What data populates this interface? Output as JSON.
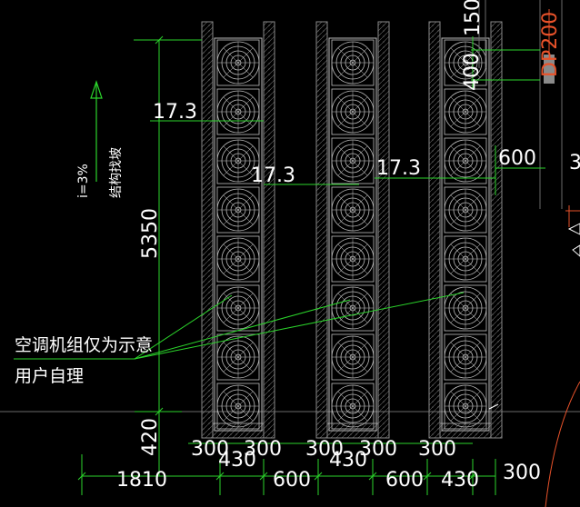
{
  "drawing": {
    "colors": {
      "background": "#000000",
      "wall": "#8a8a8a",
      "unit": "#bdbdbd",
      "dimension": "#2bd42b",
      "leader": "#2bd42b",
      "text": "#ffffff",
      "accent": "#e8522a",
      "pipe": "#9a9a9a"
    },
    "slope_label": "i=3%",
    "slope_note": "结构找坡",
    "note_line1": "空调机组仅为示意",
    "note_line2": "用户自理",
    "slope_values": [
      "17.3",
      "17.3",
      "17.3"
    ],
    "vertical_dims": [
      "5350",
      "420",
      "400",
      "150"
    ],
    "side_dim": "600",
    "top_right_label": "DP200",
    "partial_label": "3",
    "bottom_dims_row1": [
      "300",
      "300",
      "300",
      "300",
      "300"
    ],
    "bottom_dims_row2": [
      "1810",
      "430",
      "600",
      "430",
      "600",
      "430",
      "300"
    ],
    "ac_columns": 3,
    "units_per_column": 8
  }
}
